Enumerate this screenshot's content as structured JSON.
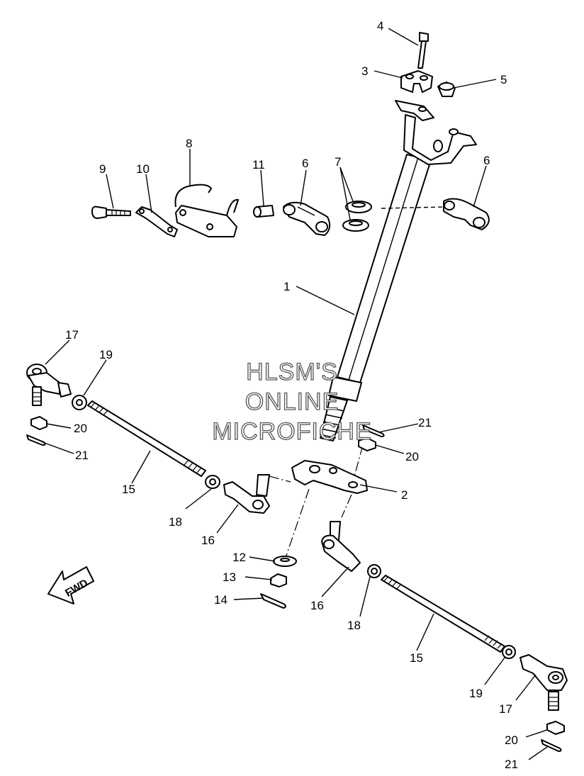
{
  "callouts": {
    "c1": "1",
    "c2": "2",
    "c3": "3",
    "c4": "4",
    "c5": "5",
    "c6a": "6",
    "c6b": "6",
    "c7": "7",
    "c8": "8",
    "c9": "9",
    "c10": "10",
    "c11": "11",
    "c12": "12",
    "c13": "13",
    "c14": "14",
    "c15a": "15",
    "c15b": "15",
    "c16a": "16",
    "c16b": "16",
    "c17a": "17",
    "c17b": "17",
    "c18a": "18",
    "c18b": "18",
    "c19a": "19",
    "c19b": "19",
    "c20a": "20",
    "c20b": "20",
    "c20c": "20",
    "c21a": "21",
    "c21b": "21",
    "c21c": "21"
  },
  "watermark": {
    "line1": "HLSM'S",
    "line2": "ONLINE",
    "line3": "MICROFICHE"
  },
  "direction_arrow": {
    "label": "FWD"
  }
}
